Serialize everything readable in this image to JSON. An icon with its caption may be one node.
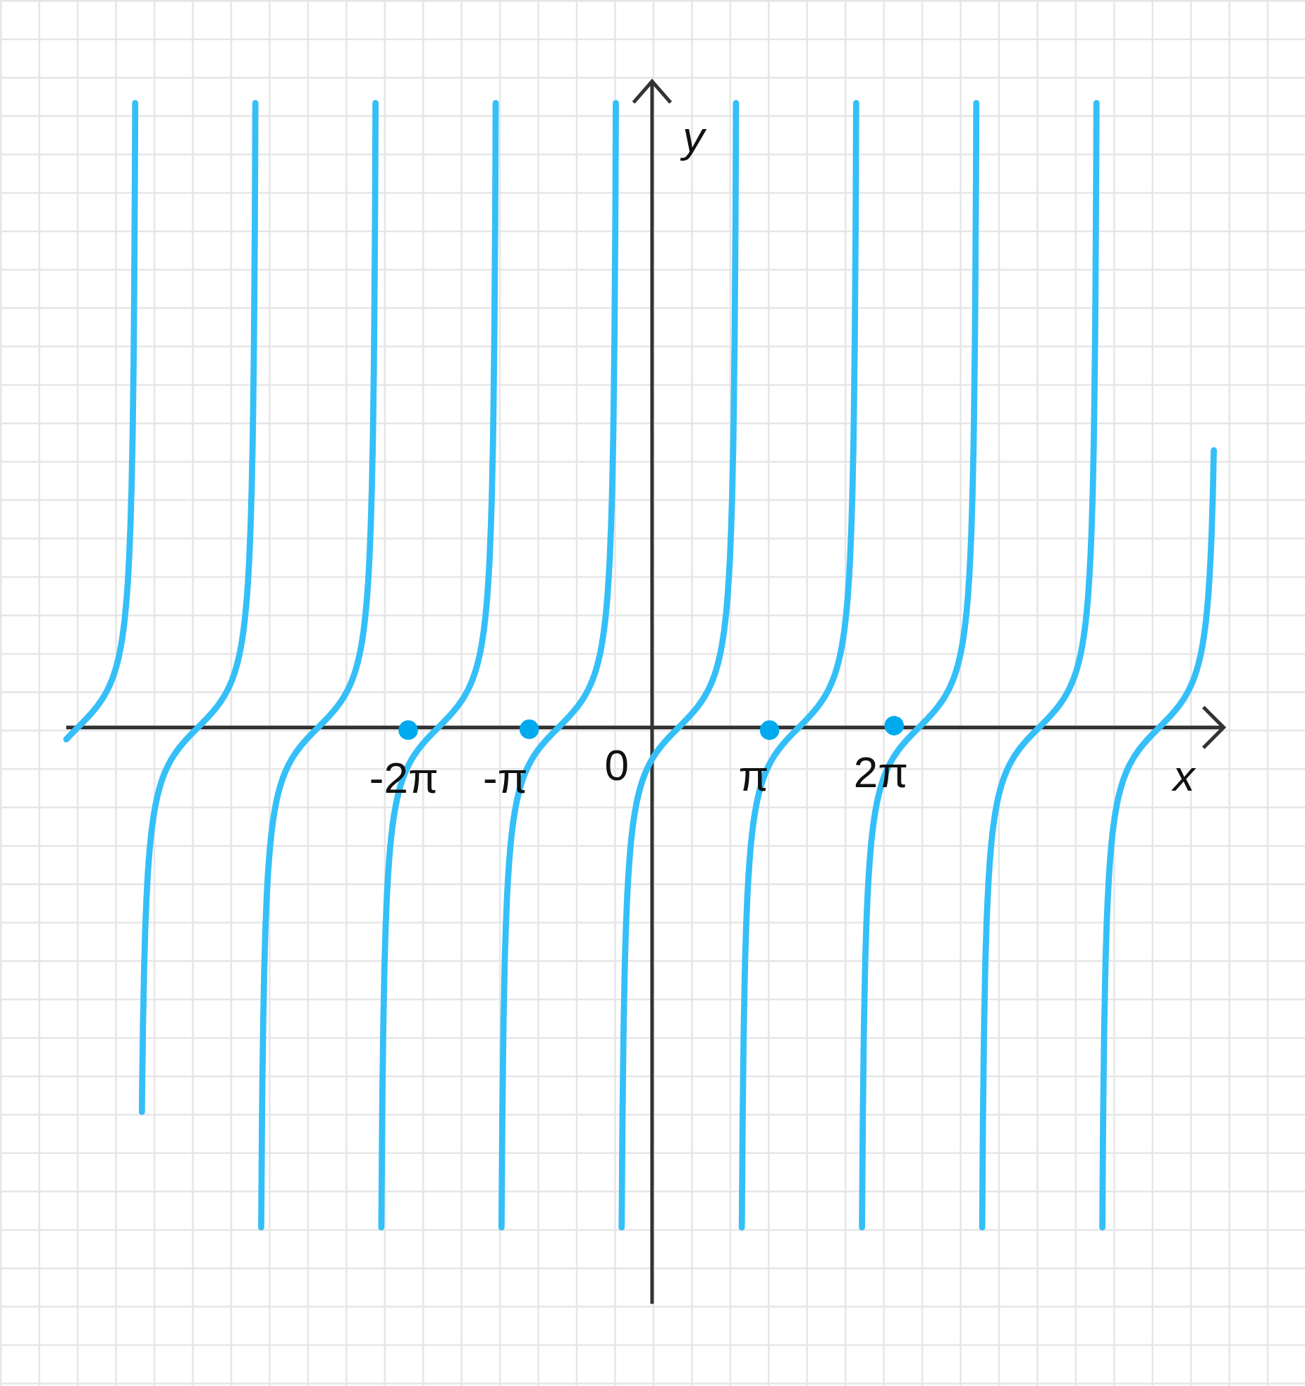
{
  "diagram": {
    "labels": [
      "y",
      "-2π",
      "-π",
      "0",
      "π",
      "2π",
      "x"
    ]
  }
}
